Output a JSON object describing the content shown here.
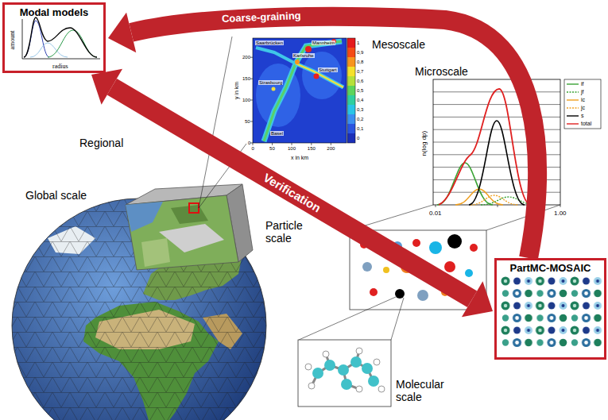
{
  "diagram": {
    "nodes": [
      {
        "text": [
          "Modal models"
        ]
      },
      {
        "text": [
          "PartMC-MOSAIC"
        ]
      }
    ],
    "edges": [
      {
        "from": 1,
        "to": 0,
        "arrow": "to",
        "label": "Coarse-graining"
      },
      {
        "from": 0,
        "to": 1,
        "arrow": "both",
        "label": "Verification"
      }
    ],
    "labels": [
      "amount",
      "radius",
      "Mesoscale",
      "y in km",
      "x in km",
      "200",
      "150",
      "100",
      "50",
      "0",
      "0",
      "50",
      "100",
      "150",
      "200",
      "1",
      "0,9",
      "0,8",
      "0,7",
      "0,6",
      "0,5",
      "0,4",
      "0,3",
      "0,2",
      "0,1",
      "0",
      "Saarbrücken",
      "Mannheim",
      "Karlsruhe",
      "Stuttgart",
      "Strasbourg",
      "Basel",
      "Microscale",
      "n(log dp)",
      "0.01",
      "1.00",
      "Regional",
      "Global scale",
      "Particle scale",
      "Molecular scale"
    ],
    "legend": [
      {
        "text": "if"
      },
      {
        "text": "jf"
      },
      {
        "text": "ic"
      },
      {
        "text": "jc"
      },
      {
        "text": "s"
      },
      {
        "text": "total"
      }
    ]
  }
}
